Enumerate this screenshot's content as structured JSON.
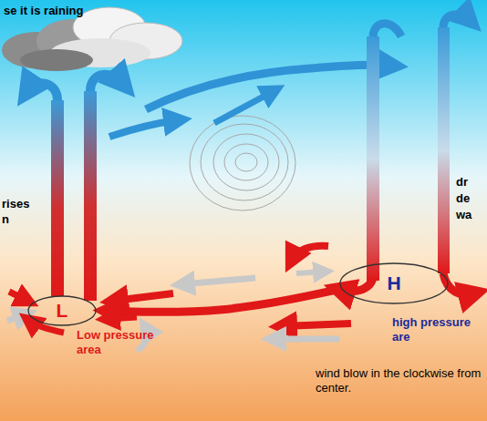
{
  "diagram": {
    "nodes": [
      {
        "text": [
          "L"
        ]
      },
      {
        "text": [
          "H"
        ]
      }
    ],
    "edges": [
      {
        "from": 1,
        "to": 0,
        "arrow": "to"
      }
    ],
    "labels": [
      "se it is raining",
      "rises",
      "n",
      "dr",
      "de",
      "wa",
      "Low pressure area",
      "high pressure are",
      "wind blow in the clockwise from center."
    ]
  }
}
